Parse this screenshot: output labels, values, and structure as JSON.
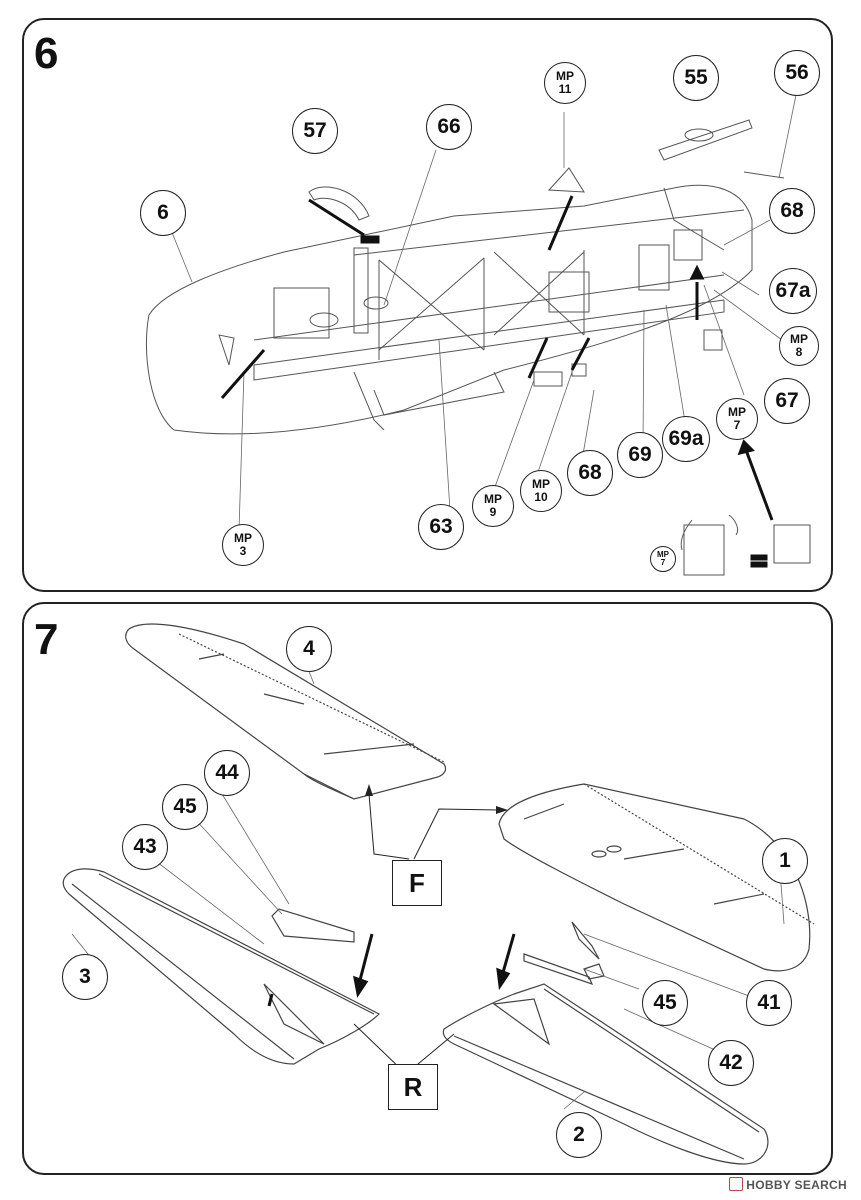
{
  "steps": [
    {
      "number": "6",
      "callouts": {
        "c6": "6",
        "c57": "57",
        "c66": "66",
        "c55": "55",
        "c56": "56",
        "c68a": "68",
        "c67a": "67a",
        "c67": "67",
        "c63": "63",
        "c68b": "68",
        "c69": "69",
        "c69a": "69a"
      },
      "mp_callouts": {
        "mp11": [
          "MP",
          "11"
        ],
        "mp8": [
          "MP",
          "8"
        ],
        "mp7": [
          "MP",
          "7"
        ],
        "mp3": [
          "MP",
          "3"
        ],
        "mp9": [
          "MP",
          "9"
        ],
        "mp10": [
          "MP",
          "10"
        ],
        "mp7small": [
          "MP",
          "7"
        ]
      },
      "equals": "="
    },
    {
      "number": "7",
      "callouts": {
        "c4": "4",
        "c44": "44",
        "c45a": "45",
        "c43": "43",
        "c3": "3",
        "c1": "1",
        "c45b": "45",
        "c41": "41",
        "c42": "42",
        "c2": "2"
      },
      "box_labels": {
        "front": "F",
        "rear": "R"
      }
    }
  ],
  "watermark": "HOBBY SEARCH"
}
